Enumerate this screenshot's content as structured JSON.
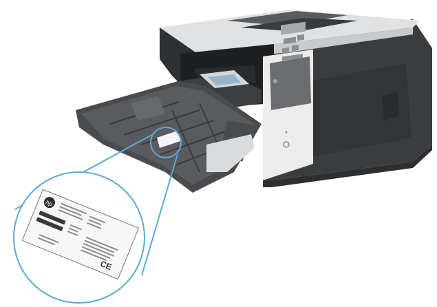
{
  "illustration": {
    "subject": "laser-printer",
    "callout": "serial-number-label",
    "accent_color": "#5aa9d6"
  },
  "colors": {
    "body_dark": "#3a3b3d",
    "body_mid": "#4a4b4e",
    "top_light": "#d8d9db",
    "door_light": "#e9e9ea",
    "panel": "#6b6d70",
    "lcd": "#9aa0a6",
    "callout": "#5aa9d6"
  },
  "label": {
    "brand_logo": "hp-logo",
    "ce_mark": "CE"
  }
}
